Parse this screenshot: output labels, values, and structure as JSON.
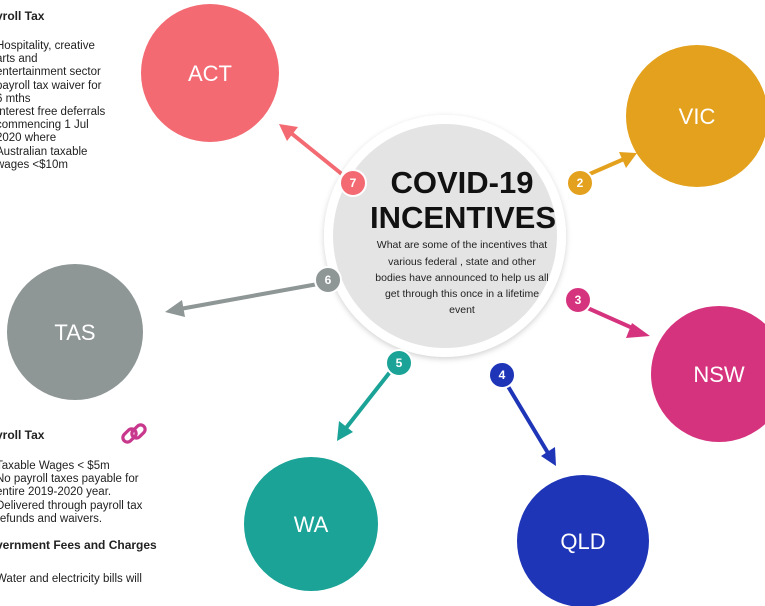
{
  "center": {
    "title_line1": "COVID-19",
    "title_line2": "INCENTIVES",
    "description_lines": [
      "What are some of the incentives that",
      "various federal , state and other",
      "bodies have announced to help us all",
      "get through this once in a lifetime",
      "event"
    ]
  },
  "nodes": [
    {
      "key": "act",
      "label": "ACT",
      "number": "7",
      "color": "#f36a72",
      "badge_color": "#f36a72"
    },
    {
      "key": "vic",
      "label": "VIC",
      "number": "2",
      "color": "#e3a11d",
      "badge_color": "#e3a11d"
    },
    {
      "key": "nsw",
      "label": "NSW",
      "number": "3",
      "color": "#d6337f",
      "badge_color": "#d6337f"
    },
    {
      "key": "qld",
      "label": "QLD",
      "number": "4",
      "color": "#1f35b8",
      "badge_color": "#1f35b8"
    },
    {
      "key": "wa",
      "label": "WA",
      "number": "5",
      "color": "#1aa396",
      "badge_color": "#1aa396"
    },
    {
      "key": "tas",
      "label": "TAS",
      "number": "6",
      "color": "#8e9696",
      "badge_color": "#8e9696"
    }
  ],
  "act_panel": {
    "heading": "yroll Tax",
    "items": [
      "Hospitality, creative",
      "arts and",
      "entertainment sector",
      "payroll tax waiver for",
      "6 mths",
      "Interest free deferrals",
      "commencing 1 Jul",
      "2020 where",
      "Australian taxable",
      "wages <$10m"
    ]
  },
  "tas_panel": {
    "heading": "yroll Tax",
    "link_icon": "link-icon",
    "link_color": "#c8398e",
    "items": [
      "Taxable Wages < $5m",
      "No payroll taxes payable for",
      "entire 2019-2020 year.",
      "Delivered through payroll tax",
      "refunds and waivers."
    ],
    "subheading": "vernment Fees and Charges",
    "subitems": [
      "Water and electricity bills will"
    ]
  }
}
